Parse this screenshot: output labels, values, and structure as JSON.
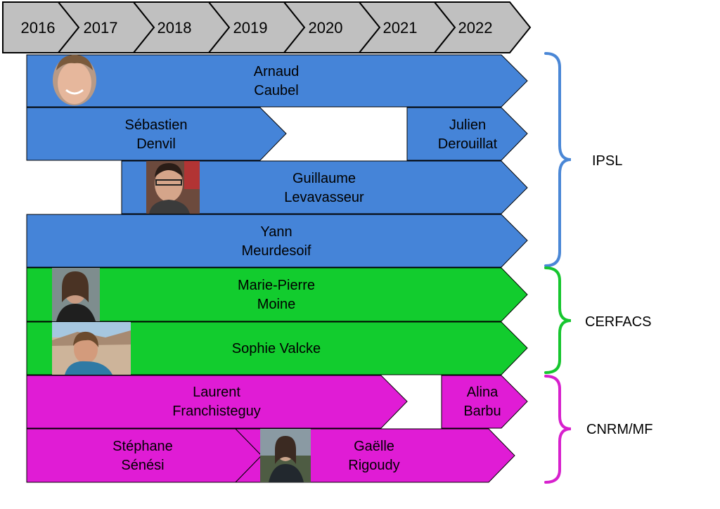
{
  "timeline": {
    "years": [
      "2016",
      "2017",
      "2018",
      "2019",
      "2020",
      "2021",
      "2022"
    ],
    "fill": "#c0c0c0"
  },
  "colors": {
    "ipsl": "#4584d8",
    "cerfacs": "#12cc2e",
    "cnrm": "#e01cd5",
    "ipsl_brace": "#4a87d6",
    "cerfacs_brace": "#16c62e",
    "cnrm_brace": "#d720cd"
  },
  "groups": {
    "ipsl": "IPSL",
    "cerfacs": "CERFACS",
    "cnrm": "CNRM/MF"
  },
  "people": {
    "arnaud": {
      "first": "Arnaud",
      "last": "Caubel"
    },
    "sebastien": {
      "first": "Sébastien",
      "last": "Denvil"
    },
    "julien": {
      "first": "Julien",
      "last": "Derouillat"
    },
    "guillaume": {
      "first": "Guillaume",
      "last": "Levavasseur"
    },
    "yann": {
      "first": "Yann",
      "last": "Meurdesoif"
    },
    "mariepierre": {
      "first": "Marie-Pierre",
      "last": "Moine"
    },
    "sophie": {
      "name": "Sophie Valcke"
    },
    "laurent": {
      "first": "Laurent",
      "last": "Franchisteguy"
    },
    "alina": {
      "first": "Alina",
      "last": "Barbu"
    },
    "stephane": {
      "first": "Stéphane",
      "last": "Sénési"
    },
    "gaelle": {
      "first": "Gaëlle",
      "last": "Rigoudy"
    }
  }
}
